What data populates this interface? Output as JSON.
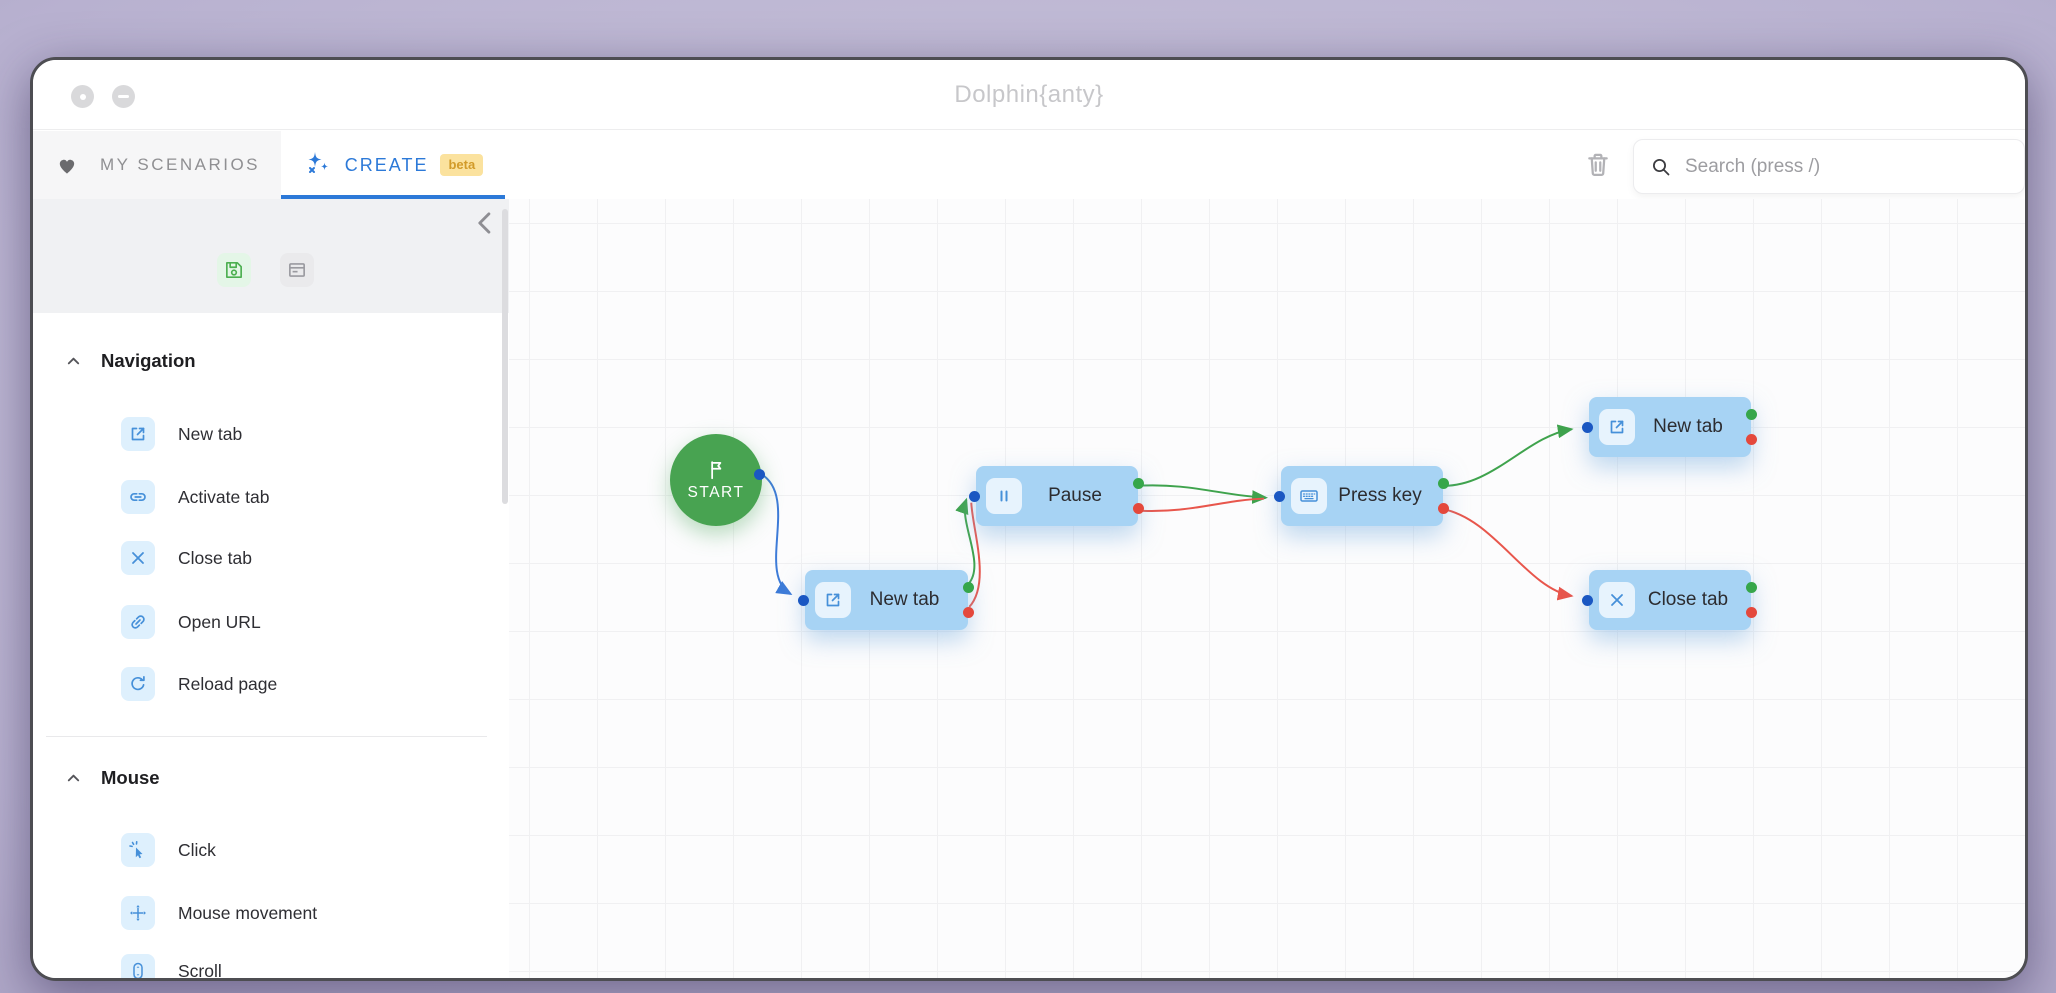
{
  "window": {
    "title": "Dolphin{anty}"
  },
  "header": {
    "tabs": [
      {
        "label": "MY SCENARIOS",
        "icon": "heart-icon",
        "active": false
      },
      {
        "label": "CREATE",
        "icon": "sparkles-icon",
        "badge": "beta",
        "active": true
      }
    ],
    "search": {
      "placeholder": "Search (press /)",
      "value": "",
      "icon": "search-icon"
    },
    "trash_icon": "trash-icon"
  },
  "sidebar": {
    "tools": [
      {
        "name": "save",
        "icon": "save-icon"
      },
      {
        "name": "panel",
        "icon": "panel-icon"
      }
    ],
    "collapse_icon": "chevron-left-icon",
    "sections": [
      {
        "label": "Navigation",
        "collapsed": false,
        "items": [
          {
            "label": "New tab",
            "icon": "new-tab-icon"
          },
          {
            "label": "Activate tab",
            "icon": "activate-tab-icon"
          },
          {
            "label": "Close tab",
            "icon": "close-tab-icon"
          },
          {
            "label": "Open URL",
            "icon": "open-url-icon"
          },
          {
            "label": "Reload page",
            "icon": "reload-icon"
          }
        ]
      },
      {
        "label": "Mouse",
        "collapsed": false,
        "items": [
          {
            "label": "Click",
            "icon": "click-icon"
          },
          {
            "label": "Mouse movement",
            "icon": "mouse-movement-icon"
          },
          {
            "label": "Scroll",
            "icon": "scroll-icon"
          }
        ]
      }
    ]
  },
  "canvas": {
    "nodes": [
      {
        "id": "start",
        "label": "START",
        "type": "start",
        "icon": "flag-icon"
      },
      {
        "id": "new-tab-1",
        "label": "New tab",
        "type": "action",
        "icon": "new-tab-icon"
      },
      {
        "id": "pause",
        "label": "Pause",
        "type": "action",
        "icon": "pause-icon"
      },
      {
        "id": "press-key",
        "label": "Press key",
        "type": "action",
        "icon": "keyboard-icon"
      },
      {
        "id": "new-tab-2",
        "label": "New tab",
        "type": "action",
        "icon": "new-tab-icon"
      },
      {
        "id": "close-tab",
        "label": "Close tab",
        "type": "action",
        "icon": "close-tab-icon"
      }
    ],
    "edges": [
      {
        "from": "start",
        "to": "new-tab-1",
        "type": "flow",
        "color": "#3d7bd8"
      },
      {
        "from": "new-tab-1",
        "to": "pause",
        "type": "success",
        "color": "#3fa34d"
      },
      {
        "from": "new-tab-1",
        "to": "pause",
        "type": "error",
        "color": "#e8564c"
      },
      {
        "from": "pause",
        "to": "press-key",
        "type": "success",
        "color": "#3fa34d"
      },
      {
        "from": "pause",
        "to": "press-key",
        "type": "error",
        "color": "#e8564c"
      },
      {
        "from": "press-key",
        "to": "new-tab-2",
        "type": "success",
        "color": "#3fa34d"
      },
      {
        "from": "press-key",
        "to": "close-tab",
        "type": "error",
        "color": "#e8564c"
      }
    ]
  },
  "colors": {
    "accent_blue": "#2c79d8",
    "node_fill": "#a7d3f4",
    "node_icon_bg": "#e7f3fd",
    "node_icon_glyph": "#4690d9",
    "start_green": "#48a351",
    "edge_blue": "#3d7bd8",
    "edge_green": "#3fa34d",
    "edge_red": "#e8564c",
    "port_input": "#1a57c2",
    "port_success": "#36a64a",
    "port_error": "#e4483c",
    "badge_bg": "#fbe29e",
    "badge_text": "#d29b2a"
  }
}
